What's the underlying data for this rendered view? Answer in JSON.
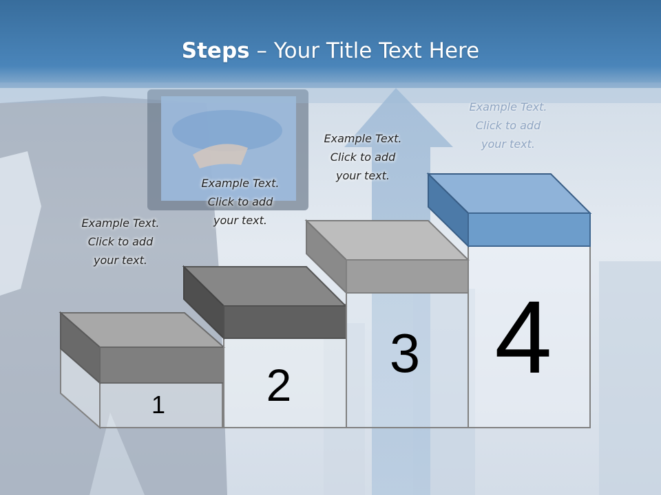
{
  "slide": {
    "title_bold": "Steps",
    "title_rest": " – Your Title Text Here"
  },
  "steps": [
    {
      "number": "1",
      "text_line1": "Example Text.",
      "text_line2": "Click  to add",
      "text_line3": "your text.",
      "top_color": "#7f7f7f"
    },
    {
      "number": "2",
      "text_line1": "Example Text.",
      "text_line2": "Click  to add",
      "text_line3": "your text.",
      "top_color": "#606060"
    },
    {
      "number": "3",
      "text_line1": "Example Text.",
      "text_line2": "Click  to add",
      "text_line3": "your text.",
      "top_color": "#9e9e9e"
    },
    {
      "number": "4",
      "text_line1": "Example Text.",
      "text_line2": "Click  to add",
      "text_line3": "your text.",
      "top_color": "#6d9dcb"
    }
  ],
  "colors": {
    "header_blue": "#3f78ad",
    "accent_blue": "#5b8ec4",
    "step_outline": "#808080"
  }
}
